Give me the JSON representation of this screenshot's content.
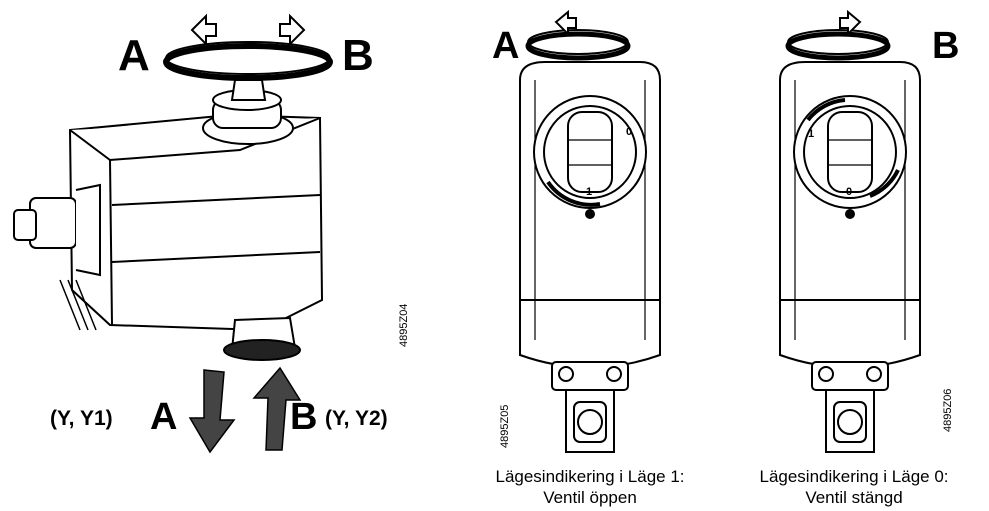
{
  "fig1": {
    "rot_left": "A",
    "rot_right": "B",
    "down_label_a": "A",
    "down_label_a_sub": "(Y, Y1)",
    "up_label_b": "B",
    "up_label_b_sub": "(Y, Y2)",
    "code": "4895Z04"
  },
  "fig2": {
    "rot_label": "A",
    "dial_top_mark": "0",
    "dial_bottom_mark": "1",
    "code": "4895Z05",
    "caption_line1": "Lägesindikering i Läge 1:",
    "caption_line2": "Ventil öppen"
  },
  "fig3": {
    "rot_label": "B",
    "dial_top_mark": "1",
    "dial_bottom_mark": "0",
    "code": "4895Z06",
    "caption_line1": "Lägesindikering i Läge 0:",
    "caption_line2": "Ventil stängd"
  }
}
